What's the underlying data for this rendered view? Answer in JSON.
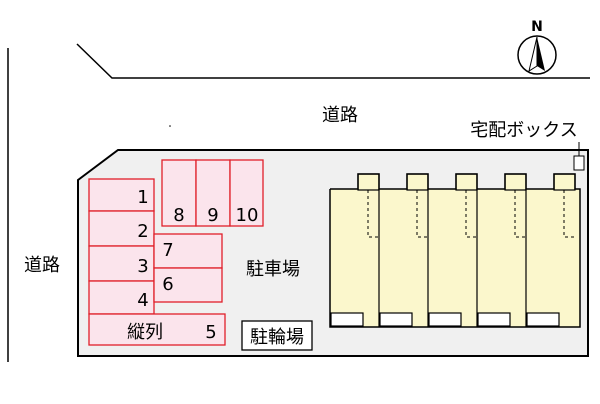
{
  "compass": {
    "label": "N"
  },
  "roads": {
    "top": "道路",
    "left": "道路"
  },
  "delivery_box": "宅配ボックス",
  "parking_label": "駐車場",
  "bicycle_parking": "駐輪場",
  "spaces": {
    "s1": "1",
    "s2": "2",
    "s3": "3",
    "s4": "4",
    "s5_prefix": "縦列",
    "s5": "5",
    "s6": "6",
    "s7": "7",
    "s8": "8",
    "s9": "9",
    "s10": "10"
  },
  "colors": {
    "parking_fill": "#fbe4ec",
    "parking_stroke": "#e0202a",
    "building_fill": "#fbf7cc",
    "lot_fill": "#f0f0f0"
  }
}
